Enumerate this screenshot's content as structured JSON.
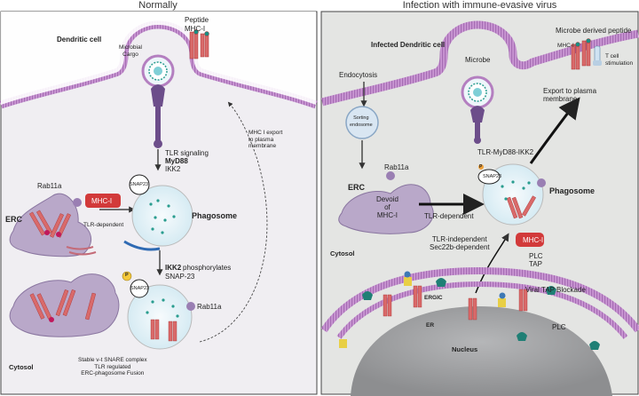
{
  "panels": {
    "left_title": "Normally",
    "right_title": "Infection with immune-evasive virus"
  },
  "left": {
    "dendritic_cell": "Dendritic cell",
    "peptide": "Peptide",
    "mhc_i_top": "MHC-I",
    "microbial_cargo": "Microbial\nCargo",
    "tlr_signaling": "TLR signaling",
    "myd88": "MyD88",
    "ikk2": "IKK2",
    "snap23_a": "SNAP23",
    "rab11a": "Rab11a",
    "mhc_i_erc": "MHC-I",
    "erc": "ERC",
    "tlr_dependent": "TLR-dependent",
    "phagosome": "Phagosome",
    "ikk2_phos_bold": "IKK2",
    "ikk2_phos_rest": "phosphorylates",
    "snap23_line": "SNAP-23",
    "p_marker": "P",
    "snap23_b": "SNAP23",
    "rab11a_b": "Rab11a",
    "mhc_export": "MHC I export\nto plasma\nmembrane",
    "cytosol": "Cytosol",
    "stable_complex": "Stable v-t SNARE complex\nTLR regulated\nERC-phagosome Fusion"
  },
  "right": {
    "infected_dc": "Infected Dendritic cell",
    "endocytosis": "Endocytosis",
    "microbe": "Microbe",
    "microbe_derived_peptide": "Microbe derived peptide",
    "mhc_i_top": "MHC-I",
    "t_cell_stim": "T cell\nstimulation",
    "export_pm": "Export to plasma\nmembrane",
    "sorting_endosome": "Sorting\nendosome",
    "rab11a": "Rab11a",
    "tlr_myd88_ikk2": "TLR-MyD88-IKK2",
    "p_marker": "P",
    "snap23": "SNAP23",
    "erc": "ERC",
    "devoid": "Devoid\nof\nMHC-I",
    "tlr_dependent": "TLR-dependent",
    "phagosome": "Phagosome",
    "cytosol": "Cytosol",
    "tlr_independent": "TLR-independent\nSec22b-dependent",
    "mhc_i_red": "MHC-I",
    "plc_tap": "PLC\nTAP",
    "ergic": "ERGIC",
    "viral_tap": "Viral TAP Blockade",
    "er": "ER",
    "plc": "PLC",
    "nucleus": "Nucleus"
  },
  "colors": {
    "cell_fill": "#efedf1",
    "infected_fill": "#e6e7e5",
    "membrane": "#b47fc0",
    "mhc_red": "#d04040",
    "erc_purple": "#b9a8c9",
    "phagosome_blue": "#d8ecf3",
    "nucleus_gray": "#9fa0a2",
    "teal": "#2a9d8f"
  }
}
